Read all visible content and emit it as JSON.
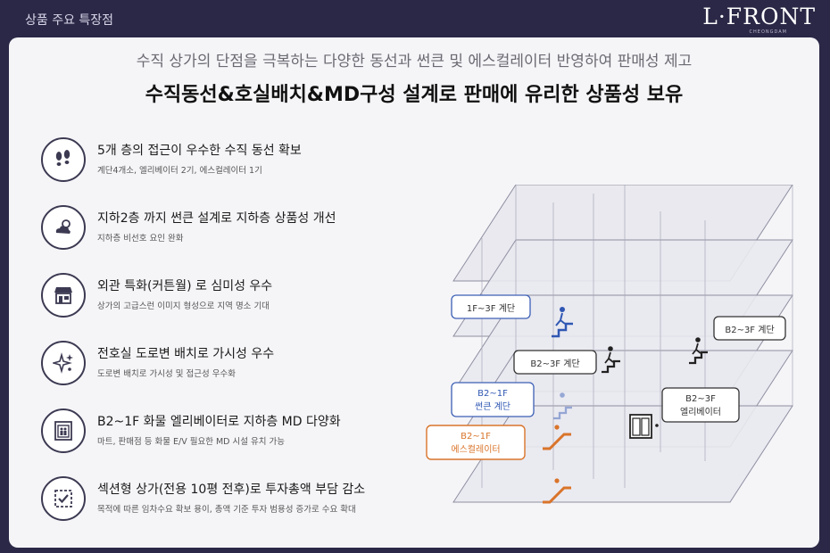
{
  "header": {
    "section_label": "상품 주요 특장점",
    "logo": "L·FRONT",
    "logo_sub": "CHEONGDAM"
  },
  "headline": "수직 상가의 단점을 극복하는 다양한 동선과 썬큰 및 에스컬레이터 반영하여 판매성 제고",
  "subhead": "수직동선&호실배치&MD구성 설계로 판매에 유리한 상품성 보유",
  "features": [
    {
      "icon": "footprints-icon",
      "title": "5개 층의 접근이 우수한 수직 동선 확보",
      "desc": "계단4개소, 엘리베이터 2기, 에스컬레이터 1기"
    },
    {
      "icon": "cloud-sun-icon",
      "title": "지하2층 까지 썬큰 설계로 지하층 상품성 개선",
      "desc": "지하층 비선호 요인 완화"
    },
    {
      "icon": "storefront-icon",
      "title": "외관 특화(커튼월) 로 심미성 우수",
      "desc": "상가의 고급스런 이미지 형성으로 지역 명소 기대"
    },
    {
      "icon": "sparkle-icon",
      "title": "전호실 도로변 배치로 가시성 우수",
      "desc": "도로변 배치로 가시성 및 접근성 우수화"
    },
    {
      "icon": "elevator-icon",
      "title": "B2~1F 화물 엘리베이터로 지하층 MD 다양화",
      "desc": "마트, 판매점 등 화물 E/V 필요한 MD 시설 유치 가능"
    },
    {
      "icon": "checklist-icon",
      "title": "섹션형 상가(전용 10평 전후)로 투자총액 부담 감소",
      "desc": "목적에 따른 임차수요 확보 용이, 총액 기준 투자 범용성 증가로 수요 확대"
    }
  ],
  "callouts": {
    "stairs_1f_3f": "1F~3F 계단",
    "stairs_b2_3f_a": "B2~3F 계단",
    "stairs_b2_3f_b": "B2~3F 계단",
    "sunken_stairs_l1": "B2~1F",
    "sunken_stairs_l2": "썬큰 계단",
    "escalator_l1": "B2~1F",
    "escalator_l2": "에스컬레이터",
    "elevator_l1": "B2~3F",
    "elevator_l2": "엘리베이터"
  },
  "colors": {
    "brand": "#2a2846",
    "stairs_blue": "#2f57b3",
    "escalator_orange": "#d9742a",
    "dark_icon": "#3c3a52"
  }
}
